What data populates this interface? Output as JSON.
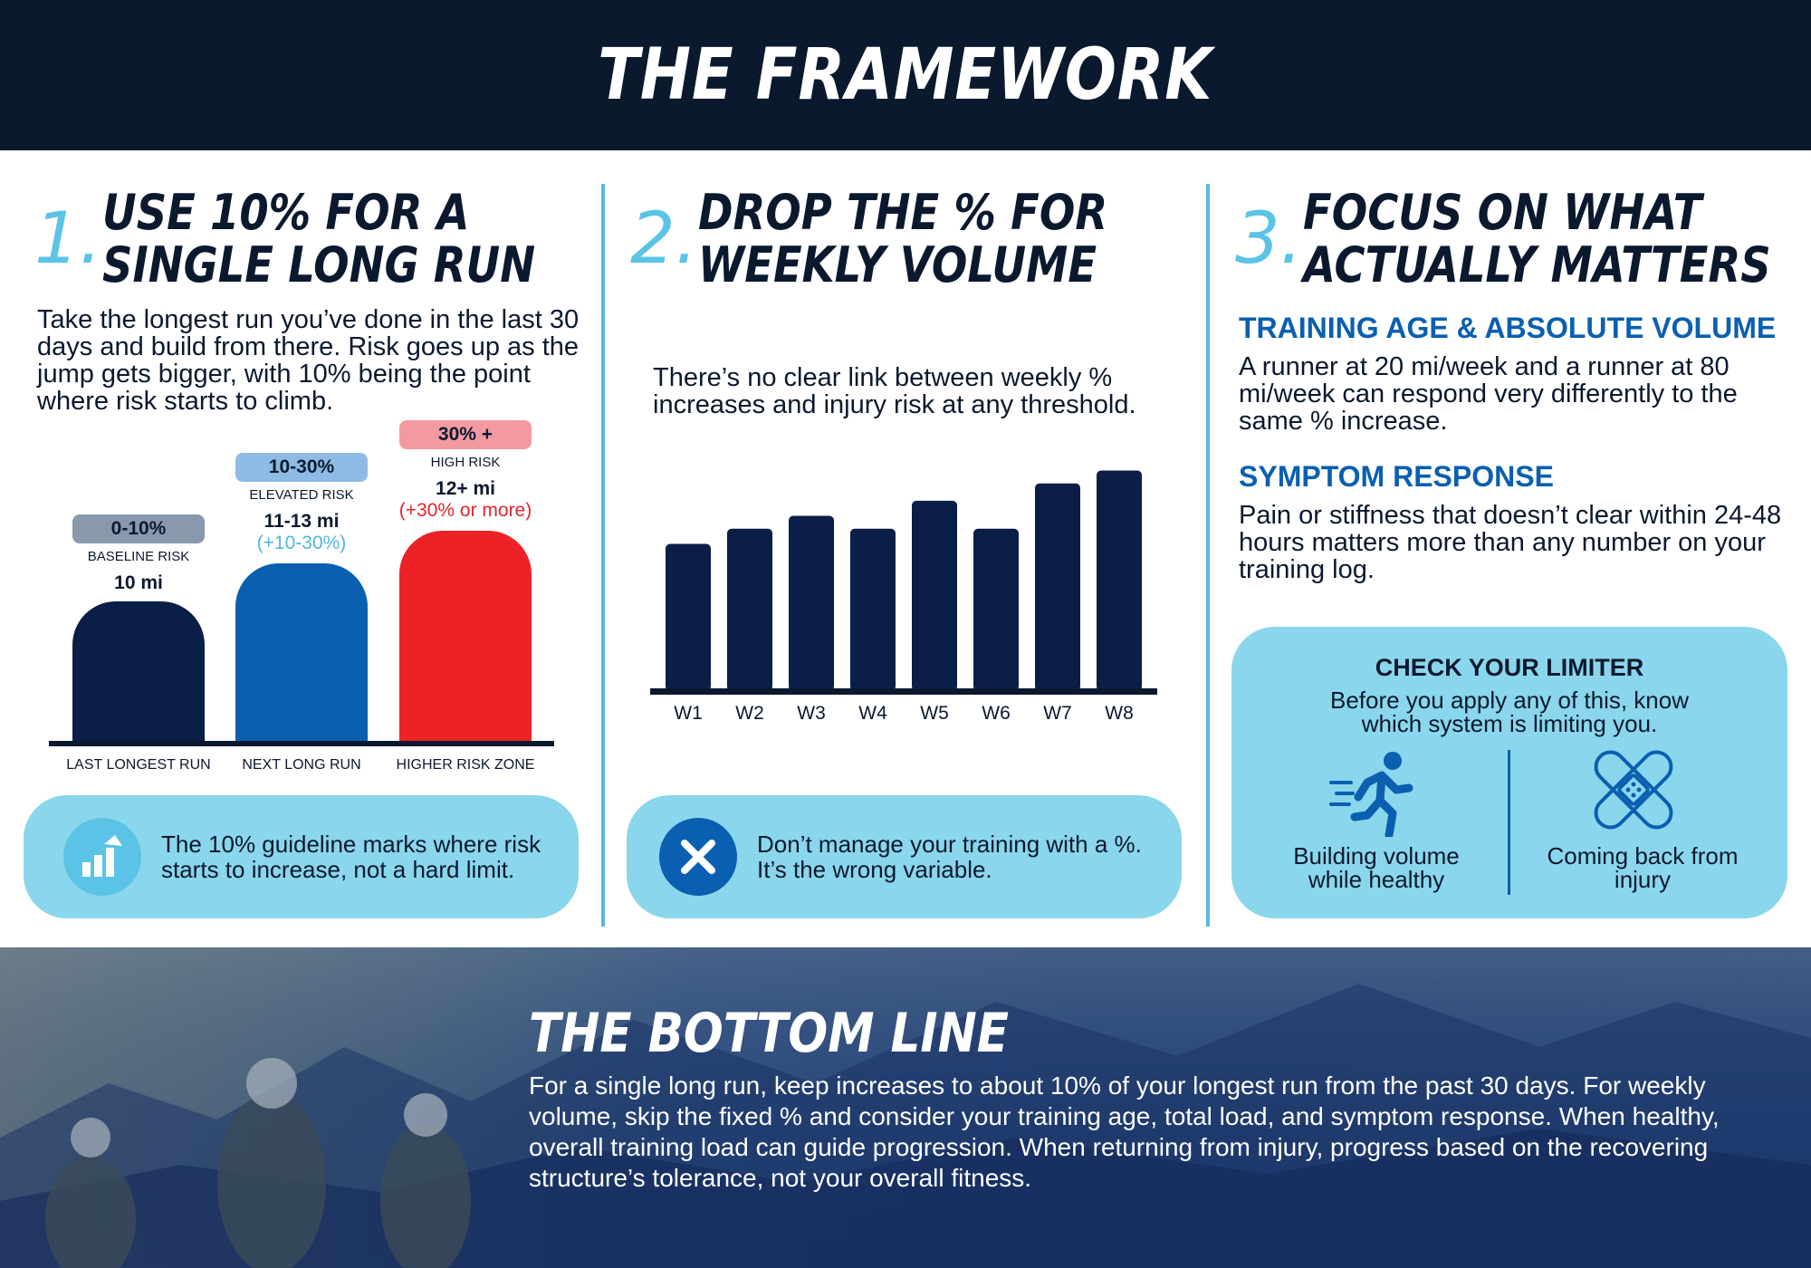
{
  "header": {
    "title": "THE FRAMEWORK"
  },
  "col1": {
    "number": "1.",
    "title_line1": "USE 10% FOR A",
    "title_line2": "SINGLE LONG RUN",
    "body": "Take the longest run you’ve done in the last 30 days and build from there. Risk goes up as the jump gets bigger, with 10% being the point where risk starts to climb.",
    "bars": [
      {
        "range": "0-10%",
        "risk": "BASELINE RISK",
        "value": "10 mi",
        "sub": "",
        "label": "LAST LONGEST RUN",
        "level": 0.55,
        "color": "#0b1e47",
        "pill_color": "#8a98ad",
        "sub_color": "#0b192e"
      },
      {
        "range": "10-30%",
        "risk": "ELEVATED RISK",
        "value": "11-13 mi",
        "sub": "(+10-30%)",
        "label": "NEXT LONG RUN",
        "level": 0.7,
        "color": "#0a5fb0",
        "pill_color": "#8dbbe3",
        "sub_color": "#52b5e0"
      },
      {
        "range": "30% +",
        "risk": "HIGH RISK",
        "value": "12+ mi",
        "sub": "(+30% or more)",
        "label": "HIGHER RISK ZONE",
        "level": 0.83,
        "color": "#ec2227",
        "pill_color": "#f39aa1",
        "sub_color": "#e3242b"
      }
    ],
    "callout": "The 10% guideline marks where risk starts to increase, not a hard limit.",
    "callout_icon": "bar-growth-icon",
    "callout_icon_color": "#5bc3e6"
  },
  "col2": {
    "number": "2.",
    "title_line1": "DROP THE % FOR",
    "title_line2": "WEEKLY VOLUME",
    "body": "There’s no clear link between weekly % increases and injury risk at any threshold.",
    "chart_data": {
      "type": "bar",
      "categories": [
        "W1",
        "W2",
        "W3",
        "W4",
        "W5",
        "W6",
        "W7",
        "W8"
      ],
      "values": [
        67,
        74,
        80,
        74,
        87,
        74,
        95,
        101
      ],
      "title": "",
      "xlabel": "",
      "ylabel": "",
      "ylim": [
        0,
        105
      ],
      "grid": false,
      "bar_color": "#0b1e47"
    },
    "callout": "Don’t manage your training with a %. It’s the wrong variable.",
    "callout_icon": "x-icon",
    "callout_icon_color": "#0a5fb0"
  },
  "col3": {
    "number": "3.",
    "title_line1": "FOCUS ON WHAT",
    "title_line2": "ACTUALLY MATTERS",
    "sub1_title": "TRAINING AGE & ABSOLUTE VOLUME",
    "sub1_body": "A runner at 20 mi/week and a runner at 80 mi/week can respond very differently to the same % increase.",
    "sub2_title": "SYMPTOM RESPONSE",
    "sub2_body": "Pain or stiffness that doesn’t clear within 24-48 hours matters more than any number on your training log.",
    "limiter": {
      "title": "CHECK YOUR LIMITER",
      "subtitle": "Before you apply any of this, know which system is limiting you.",
      "option1": "Building volume while healthy",
      "option1_icon": "running-person-icon",
      "option2": "Coming back from injury",
      "option2_icon": "bandage-icon"
    }
  },
  "bottom": {
    "title": "THE BOTTOM LINE",
    "body": "For a single long run, keep increases to about 10% of your longest run from the past 30 days. For weekly volume, skip the fixed % and consider your training age, total load, and symptom response. When healthy, overall training load can guide progression. When returning from injury, progress based on the recovering structure’s tolerance, not your overall fitness."
  },
  "colors": {
    "navy": "#0b192e",
    "accent_blue": "#0a5fb0",
    "light_blue": "#8ad6ec",
    "cyan": "#5bc3e6",
    "red": "#ec2227"
  }
}
